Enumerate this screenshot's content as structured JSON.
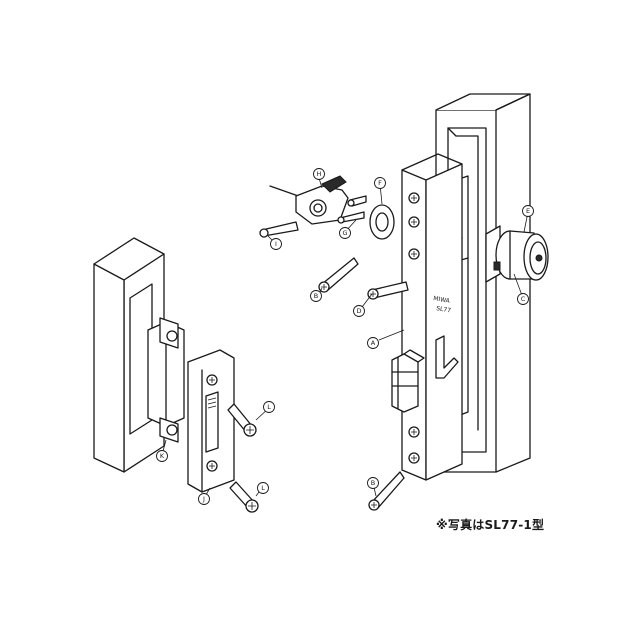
{
  "labels": {
    "A": "A",
    "B": "B",
    "C": "C",
    "D": "D",
    "E": "E",
    "F": "F",
    "G": "G",
    "H": "H",
    "I": "I",
    "J": "J",
    "K": "K",
    "L": "L"
  },
  "plate_text": {
    "brand": "MIWA",
    "model": "SL77"
  },
  "footnote": "※写真はSL77-1型"
}
